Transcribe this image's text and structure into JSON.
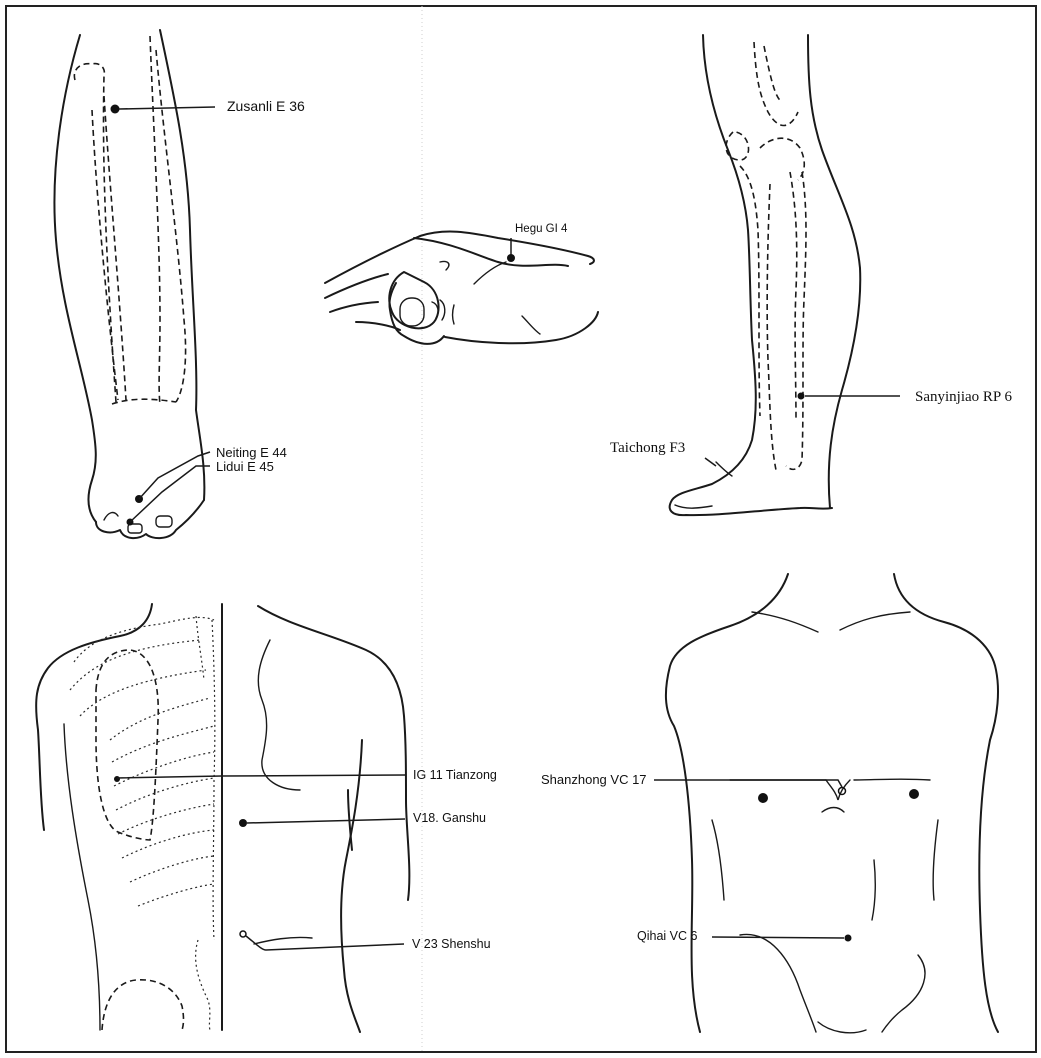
{
  "labels": {
    "zusanli": "Zusanli E 36",
    "hegu": "Hegu GI 4",
    "neiting": "Neiting E 44",
    "lidui": "Lidui E 45",
    "sanyinjiao": "Sanyinjiao RP 6",
    "taichong": "Taichong F3",
    "tianzong": "IG 11  Tianzong",
    "ganshu": "V18. Ganshu",
    "shenshu": "V 23  Shenshu",
    "shanzhong": "Shanzhong VC 17",
    "qihai": "Qihai VC 6"
  }
}
